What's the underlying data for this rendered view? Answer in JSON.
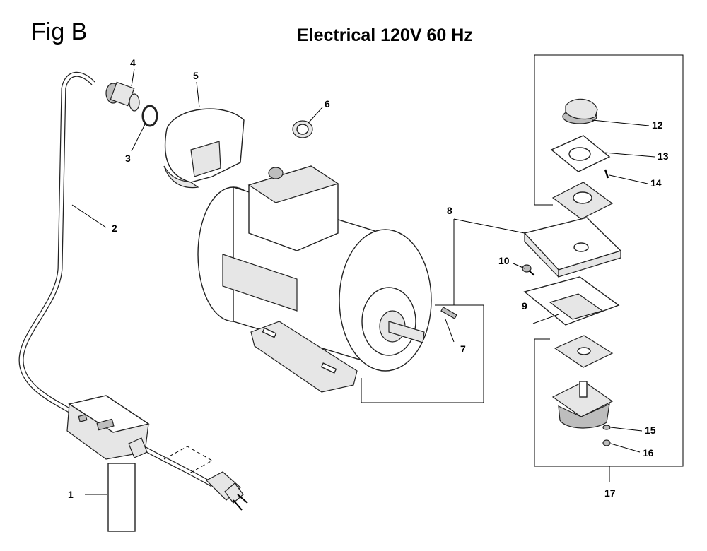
{
  "figure_label": "Fig B",
  "title": "Electrical 120V 60 Hz",
  "callouts": {
    "c1": "1",
    "c2": "2",
    "c3": "3",
    "c4": "4",
    "c5": "5",
    "c6": "6",
    "c7": "7",
    "c8": "8",
    "c9": "9",
    "c10": "10",
    "c11": "12",
    "c12": "13",
    "c13": "14",
    "c14": "15",
    "c15": "16",
    "c16": "17"
  }
}
